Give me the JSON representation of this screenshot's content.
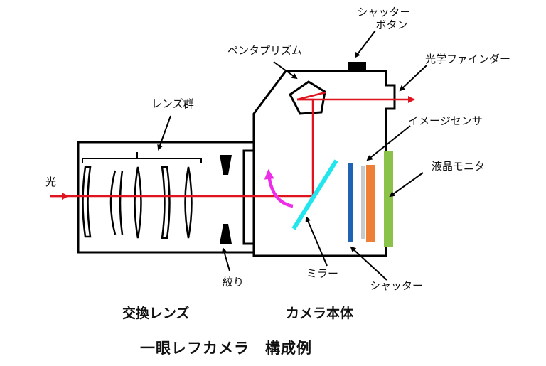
{
  "labels": {
    "shutter_button": [
      "シャッター",
      "ボタン"
    ],
    "pentaprism": "ペンタプリズム",
    "optical_finder": "光学ファインダー",
    "lens_group": "レンズ群",
    "image_sensor": "イメージセンサ",
    "lcd_monitor": "液晶モニタ",
    "light": "光",
    "aperture": "絞り",
    "mirror": "ミラー",
    "shutter": "シャッター",
    "interchangeable_lens": "交換レンズ",
    "camera_body": "カメラ本体",
    "title": "一眼レフカメラ　構成例"
  },
  "colors": {
    "outline": "#000000",
    "light_ray": "#e0141e",
    "mirror": "#22e6ee",
    "mirror_motion_arrow": "#ee2de8",
    "shutter_blue": "#1f63b5",
    "shutter_gray": "#c9c9c9",
    "image_sensor": "#ee7f36",
    "lcd_monitor": "#8bc34a"
  }
}
